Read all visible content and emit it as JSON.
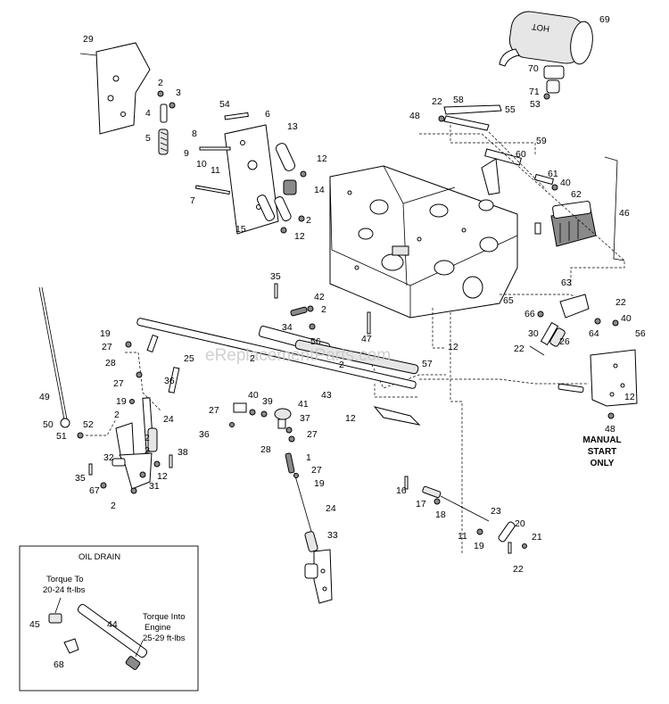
{
  "watermark": "eReplacementParts.com",
  "callouts": [
    "1",
    "2",
    "3",
    "4",
    "5",
    "6",
    "7",
    "8",
    "9",
    "10",
    "11",
    "12",
    "13",
    "14",
    "15",
    "16",
    "17",
    "18",
    "19",
    "20",
    "21",
    "22",
    "23",
    "24",
    "25",
    "26",
    "27",
    "28",
    "29",
    "30",
    "31",
    "32",
    "33",
    "34",
    "35",
    "36",
    "37",
    "38",
    "39",
    "40",
    "41",
    "42",
    "43",
    "44",
    "45",
    "46",
    "47",
    "48",
    "49",
    "50",
    "51",
    "52",
    "53",
    "54",
    "55",
    "56",
    "57",
    "58",
    "59",
    "60",
    "61",
    "62",
    "63",
    "64",
    "65",
    "66",
    "67",
    "68",
    "69",
    "70",
    "71"
  ],
  "notes": {
    "manual_start_line1": "MANUAL",
    "manual_start_line2": "START",
    "manual_start_line3": "ONLY",
    "oil_drain_title": "OIL DRAIN",
    "torque_to_line1": "Torque To",
    "torque_to_line2": "20-24 ft-lbs",
    "torque_into_line1": "Torque Into",
    "torque_into_line2": "Engine",
    "torque_into_line3": "25-29 ft-lbs"
  },
  "muffler_label": "HOT"
}
